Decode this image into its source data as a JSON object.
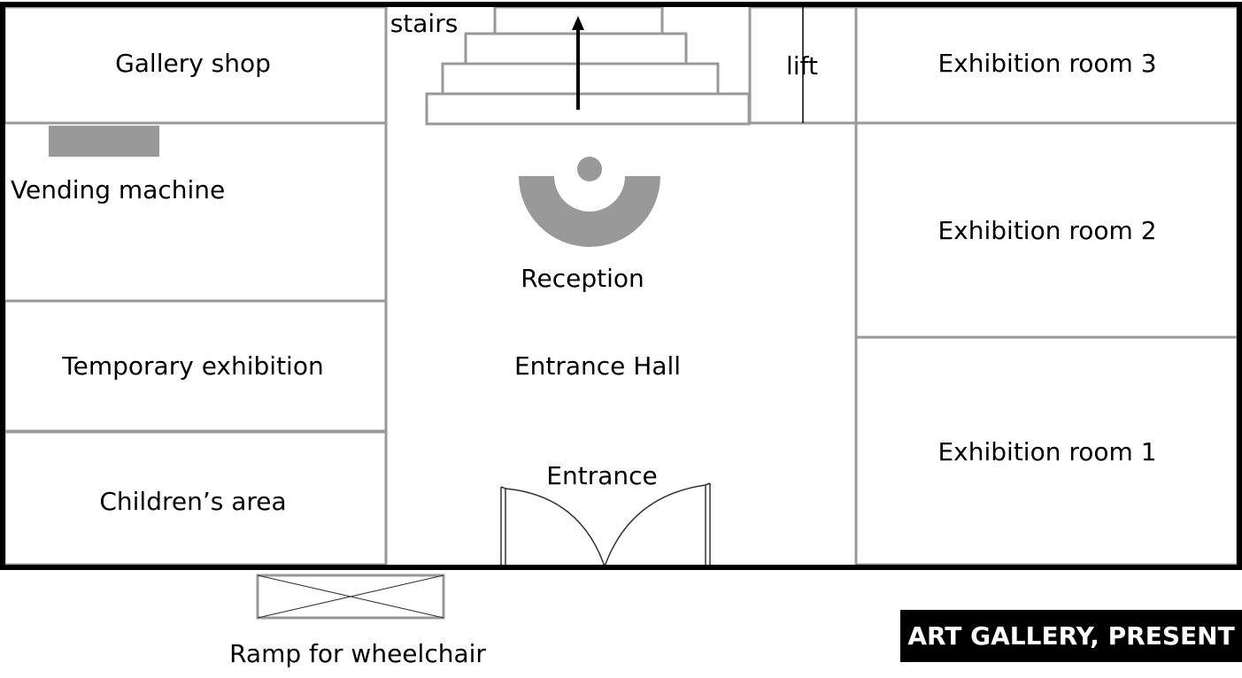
{
  "title": "ART GALLERY, PRESENT",
  "rooms": {
    "gallery_shop": "Gallery shop",
    "exhibition_room_3": "Exhibition room 3",
    "exhibition_room_2": "Exhibition room 2",
    "exhibition_room_1": "Exhibition room 1",
    "temporary_exhibition": "Temporary exhibition",
    "childrens_area": "Children’s area"
  },
  "features": {
    "stairs": "stairs",
    "lift": "lift",
    "vending_machine": "Vending machine",
    "reception": "Reception",
    "entrance_hall": "Entrance Hall",
    "entrance": "Entrance",
    "ramp": "Ramp for wheelchair"
  },
  "colors": {
    "wall": "#000000",
    "partition": "#999999",
    "furniture": "#999999",
    "title_bg": "#000000",
    "title_text": "#ffffff"
  }
}
